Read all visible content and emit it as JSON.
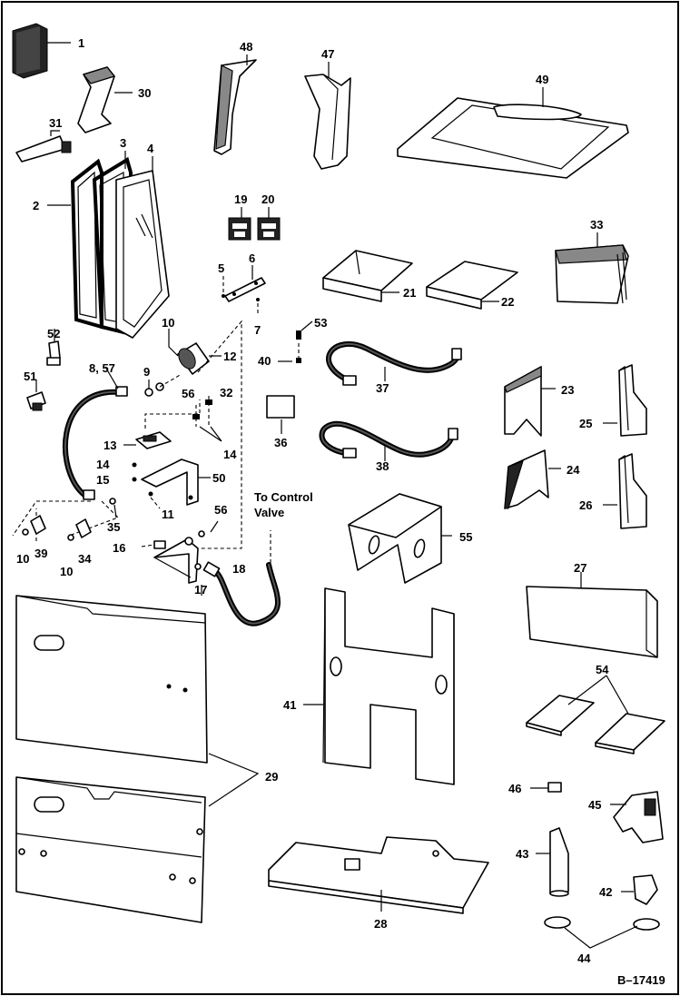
{
  "diagram": {
    "figure_code": "B–17419",
    "note_line1": "To Control",
    "note_line2": "Valve",
    "parts": [
      {
        "id": "p1",
        "label": "1"
      },
      {
        "id": "p2",
        "label": "2"
      },
      {
        "id": "p3",
        "label": "3"
      },
      {
        "id": "p4",
        "label": "4"
      },
      {
        "id": "p5",
        "label": "5"
      },
      {
        "id": "p6",
        "label": "6"
      },
      {
        "id": "p7",
        "label": "7"
      },
      {
        "id": "p8",
        "label": "8, 57"
      },
      {
        "id": "p9",
        "label": "9"
      },
      {
        "id": "p10a",
        "label": "10"
      },
      {
        "id": "p10b",
        "label": "10"
      },
      {
        "id": "p10c",
        "label": "10"
      },
      {
        "id": "p11",
        "label": "11"
      },
      {
        "id": "p12",
        "label": "12"
      },
      {
        "id": "p13",
        "label": "13"
      },
      {
        "id": "p14a",
        "label": "14"
      },
      {
        "id": "p14b",
        "label": "14"
      },
      {
        "id": "p15",
        "label": "15"
      },
      {
        "id": "p16",
        "label": "16"
      },
      {
        "id": "p17",
        "label": "17"
      },
      {
        "id": "p18",
        "label": "18"
      },
      {
        "id": "p19",
        "label": "19"
      },
      {
        "id": "p20",
        "label": "20"
      },
      {
        "id": "p21",
        "label": "21"
      },
      {
        "id": "p22",
        "label": "22"
      },
      {
        "id": "p23",
        "label": "23"
      },
      {
        "id": "p24",
        "label": "24"
      },
      {
        "id": "p25",
        "label": "25"
      },
      {
        "id": "p26",
        "label": "26"
      },
      {
        "id": "p27",
        "label": "27"
      },
      {
        "id": "p28",
        "label": "28"
      },
      {
        "id": "p29",
        "label": "29"
      },
      {
        "id": "p30",
        "label": "30"
      },
      {
        "id": "p31",
        "label": "31"
      },
      {
        "id": "p32",
        "label": "32"
      },
      {
        "id": "p33",
        "label": "33"
      },
      {
        "id": "p34",
        "label": "34"
      },
      {
        "id": "p35",
        "label": "35"
      },
      {
        "id": "p36",
        "label": "36"
      },
      {
        "id": "p37",
        "label": "37"
      },
      {
        "id": "p38",
        "label": "38"
      },
      {
        "id": "p39",
        "label": "39"
      },
      {
        "id": "p40",
        "label": "40"
      },
      {
        "id": "p41",
        "label": "41"
      },
      {
        "id": "p42",
        "label": "42"
      },
      {
        "id": "p43",
        "label": "43"
      },
      {
        "id": "p44",
        "label": "44"
      },
      {
        "id": "p45",
        "label": "45"
      },
      {
        "id": "p46",
        "label": "46"
      },
      {
        "id": "p47",
        "label": "47"
      },
      {
        "id": "p48",
        "label": "48"
      },
      {
        "id": "p49",
        "label": "49"
      },
      {
        "id": "p50",
        "label": "50"
      },
      {
        "id": "p51",
        "label": "51"
      },
      {
        "id": "p52",
        "label": "52"
      },
      {
        "id": "p53",
        "label": "53"
      },
      {
        "id": "p54",
        "label": "54"
      },
      {
        "id": "p55",
        "label": "55"
      },
      {
        "id": "p56a",
        "label": "56"
      },
      {
        "id": "p56b",
        "label": "56"
      }
    ]
  }
}
